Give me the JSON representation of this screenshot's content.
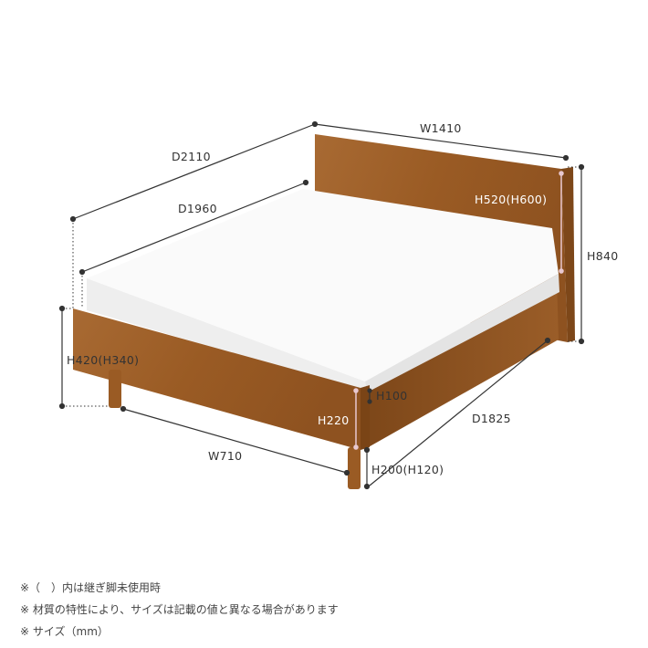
{
  "colors": {
    "wood": "#a0602a",
    "wood_dark": "#7d4719",
    "mattress": "#f6f6f6",
    "dim_line": "#333333",
    "dim_inner": "#e8c8d0"
  },
  "dimensions": {
    "w_total": "W1410",
    "d_total": "D2110",
    "d_mattress": "D1960",
    "h_total": "H840",
    "h_headboard": "H520(H600)",
    "h_foot": "H420(H340)",
    "h_footboard": "H220",
    "h_rail": "H100",
    "w_foot": "W710",
    "d_rail": "D1825",
    "h_floor": "H200(H120)"
  },
  "notes": [
    "※（　）内は継ぎ脚未使用時",
    "※ 材質の特性により、サイズは記載の値と異なる場合があります",
    "※ サイズ（mm）"
  ]
}
